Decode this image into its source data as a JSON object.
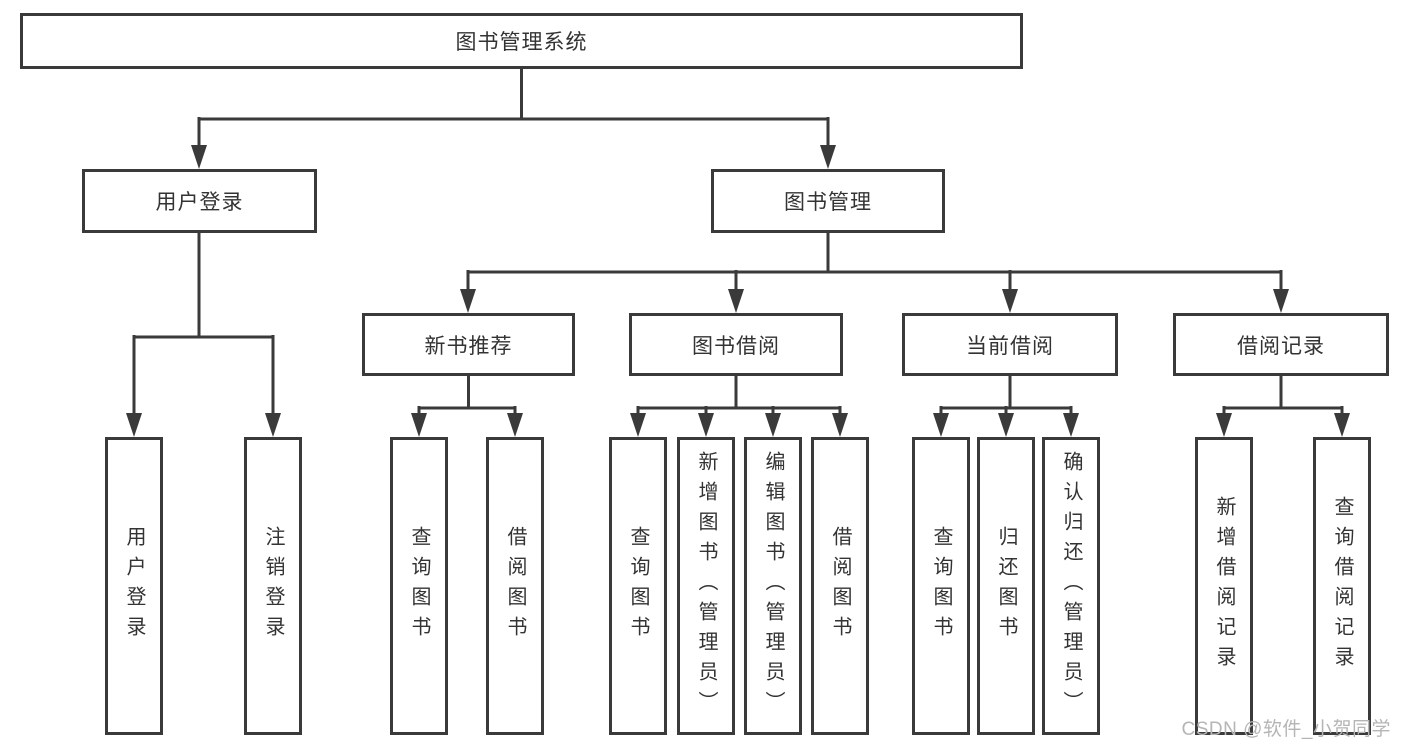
{
  "tree": {
    "root": "图书管理系统",
    "l2": [
      "用户登录",
      "图书管理"
    ],
    "l3": [
      "新书推荐",
      "图书借阅",
      "当前借阅",
      "借阅记录"
    ],
    "leaves": {
      "login": [
        "用户登录",
        "注销登录"
      ],
      "new_book": [
        "查询图书",
        "借阅图书"
      ],
      "borrow": [
        "查询图书",
        "新增图书（管理员）",
        "编辑图书（管理员）",
        "借阅图书"
      ],
      "current": [
        "查询图书",
        "归还图书",
        "确认归还（管理员）"
      ],
      "records": [
        "新增借阅记录",
        "查询借阅记录"
      ]
    }
  },
  "watermark": "CSDN @软件_小贺同学",
  "colors": {
    "line": "#3a3a3a",
    "text": "#333333",
    "watermark": "#b5b5b5",
    "background": "#ffffff"
  }
}
